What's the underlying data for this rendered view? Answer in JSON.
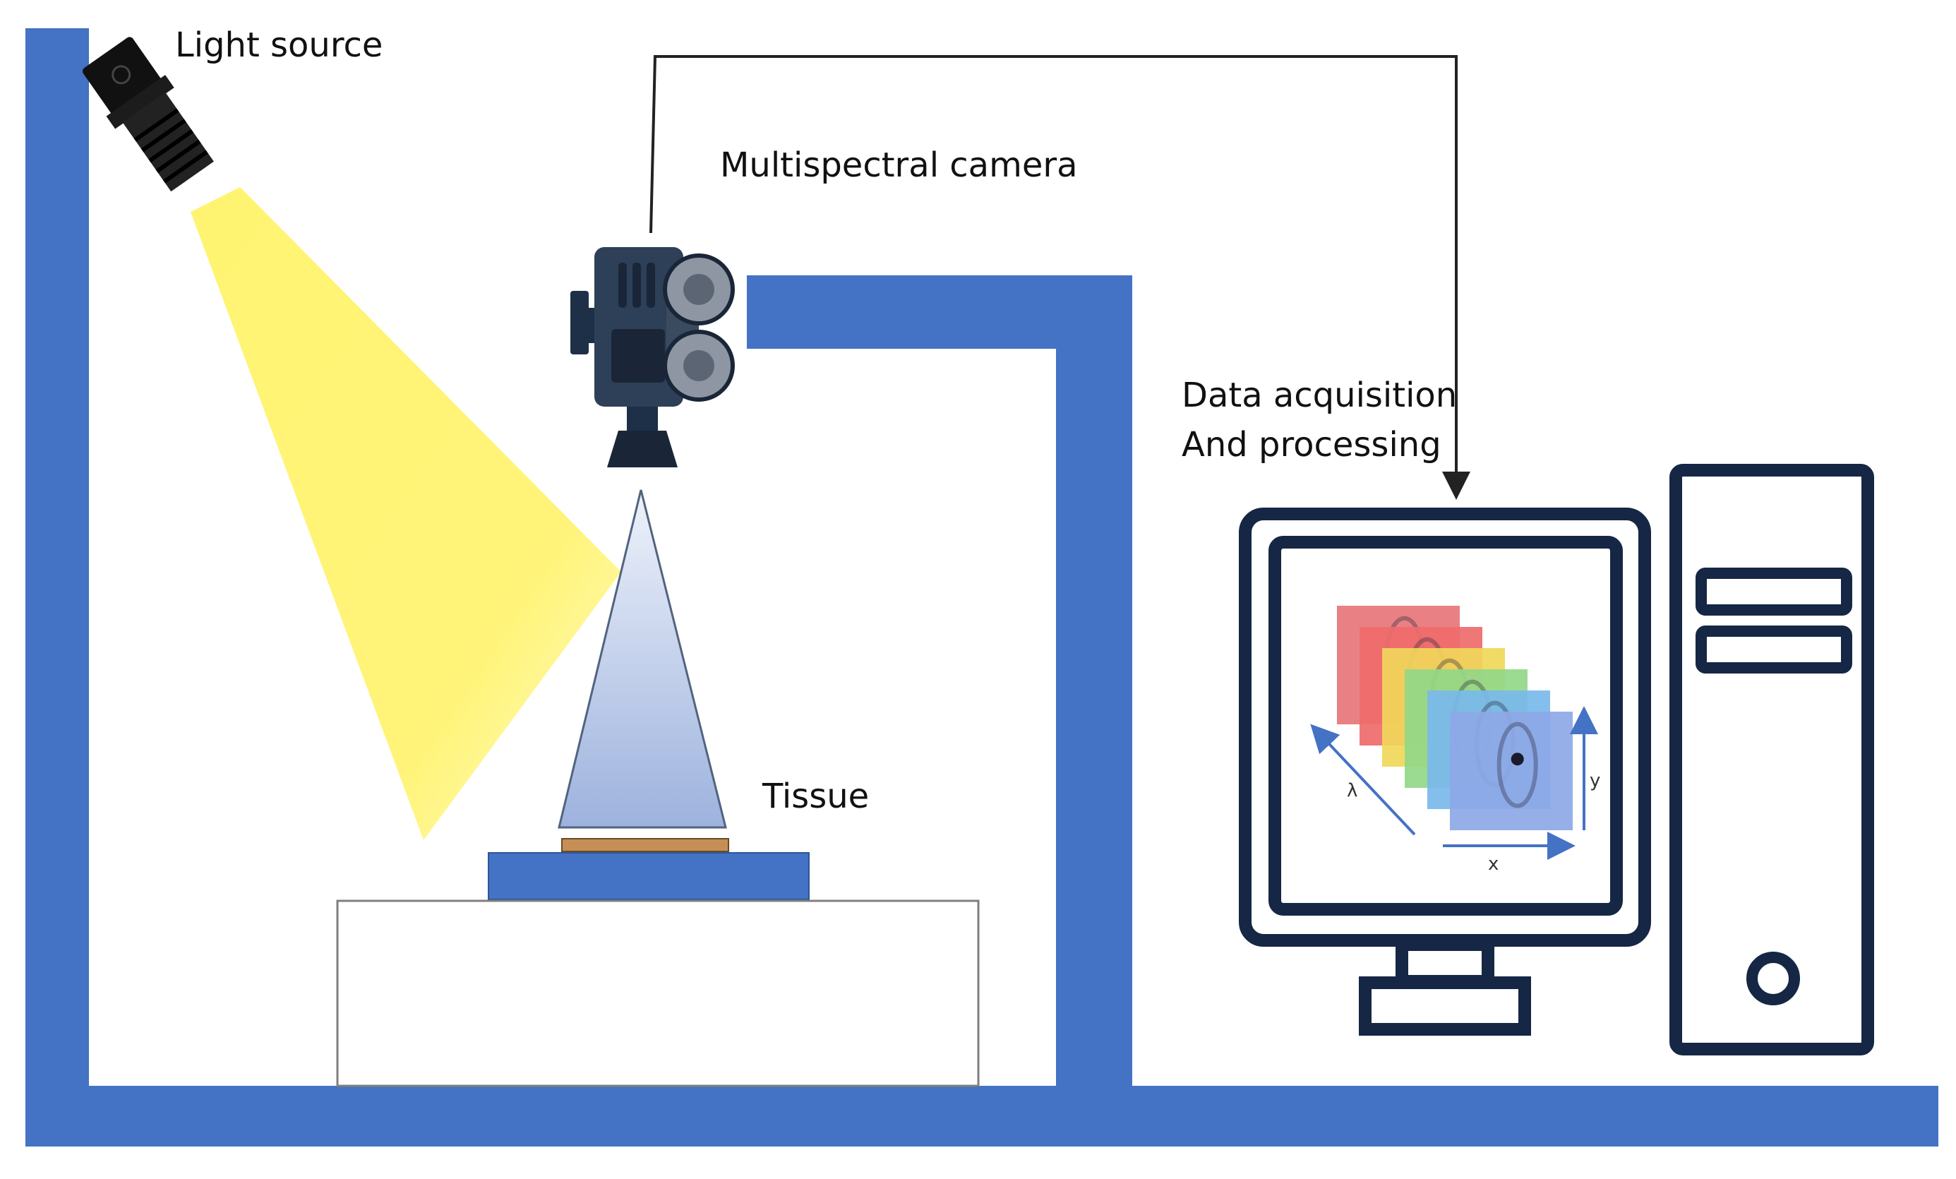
{
  "labels": {
    "light_source": "Light source",
    "camera": "Multispectral camera",
    "data_line1": "Data acquisition",
    "data_line2": "And processing",
    "tissue": "Tissue"
  },
  "monitor_axes": {
    "lambda": "λ",
    "x": "x",
    "y": "y"
  },
  "spectral_band_colors": [
    "#e7767a",
    "#ef6b6b",
    "#f1d75a",
    "#93d888",
    "#79b8ec",
    "#8da8e6"
  ],
  "colors": {
    "frame": "#4472c4",
    "device": "#152744",
    "light_beam": "#fff36a",
    "stand_outline": "#7f7f7f"
  }
}
